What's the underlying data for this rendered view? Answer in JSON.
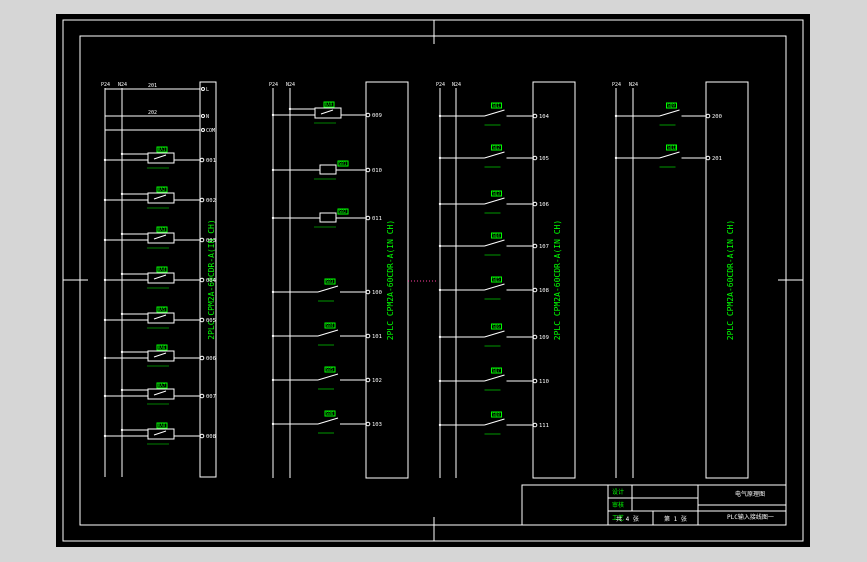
{
  "colors": {
    "background": "#d6d6d6",
    "canvas": "#000000",
    "line": "#ffffff",
    "label": "#00ff00",
    "dotted": "#ff3fa0"
  },
  "columns": [
    {
      "rails": [
        "P24",
        "N24"
      ],
      "top_inputs": [
        {
          "num": "201",
          "term": "L"
        },
        {
          "num": "202",
          "term": "N"
        }
      ],
      "top_terms": [
        "COM"
      ],
      "rows": [
        {
          "tag": "KA1",
          "addr": "001"
        },
        {
          "tag": "KA2",
          "addr": "002"
        },
        {
          "tag": "KA3",
          "addr": "003"
        },
        {
          "tag": "KA4",
          "addr": "004"
        },
        {
          "tag": "KA5",
          "addr": "005"
        },
        {
          "tag": "KA6",
          "addr": "006"
        },
        {
          "tag": "KA7",
          "addr": "007"
        },
        {
          "tag": "KA8",
          "addr": "008"
        }
      ],
      "plc_text": "2PLC CPM2A-60CDR-A(IN CH)"
    },
    {
      "rails": [
        "P24",
        "N24"
      ],
      "rows": [
        {
          "tag": "KA9",
          "addr": "009"
        },
        {
          "tag": "SB1",
          "addr": "010"
        },
        {
          "tag": "SB2",
          "addr": "011"
        },
        {
          "tag": "SB3",
          "addr": "100"
        },
        {
          "tag": "SB4",
          "addr": "101"
        },
        {
          "tag": "SB5",
          "addr": "102"
        },
        {
          "tag": "SB6",
          "addr": "103"
        }
      ],
      "plc_text": "2PLC CPM2A-60CDR-A(IN CH)"
    },
    {
      "rails": [
        "P24",
        "N24"
      ],
      "rows": [
        {
          "tag": "SQ1",
          "addr": "104"
        },
        {
          "tag": "SQ2",
          "addr": "105"
        },
        {
          "tag": "SQ3",
          "addr": "106"
        },
        {
          "tag": "SQ4",
          "addr": "107"
        },
        {
          "tag": "SQ5",
          "addr": "108"
        },
        {
          "tag": "SQ6",
          "addr": "109"
        },
        {
          "tag": "SQ7",
          "addr": "110"
        },
        {
          "tag": "SQ8",
          "addr": "111"
        }
      ],
      "plc_text": "2PLC CPM2A-60CDR-A(IN CH)"
    },
    {
      "rails": [
        "P24",
        "N24"
      ],
      "rows": [
        {
          "tag": "SQ9",
          "addr": "200"
        },
        {
          "tag": "SQ10",
          "addr": "201"
        }
      ],
      "plc_text": "2PLC CPM2A-60CDR-A(IN CH)"
    }
  ],
  "title_block": {
    "left_labels": [
      "设计",
      "审核",
      "工艺"
    ],
    "sheet_text": "共 4 张",
    "page_text": "第 1 张",
    "name": "电气原理图",
    "drawing_no": "PLC输入接线图一"
  }
}
